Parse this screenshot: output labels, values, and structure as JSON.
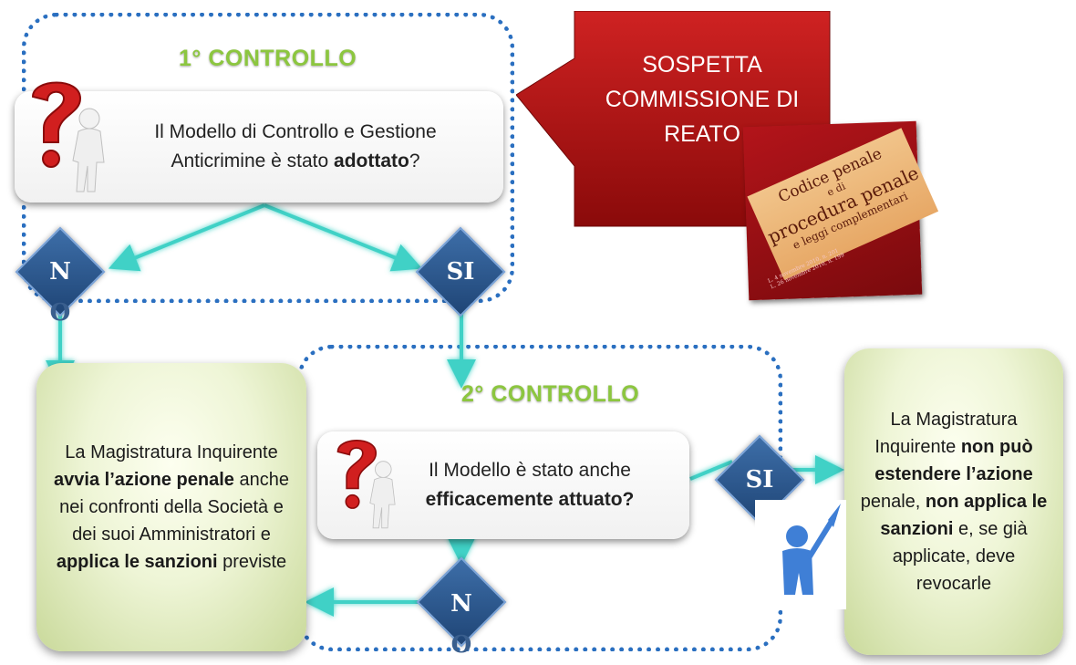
{
  "section1": {
    "heading": "1° CONTROLLO",
    "question_pre": "Il Modello di Controllo e Gestione Anticrimine è stato ",
    "question_bold": "adottato",
    "question_post": "?"
  },
  "section2": {
    "heading": "2° CONTROLLO",
    "question_pre": "Il Modello è stato anche ",
    "question_bold": "efficacemente attuato?"
  },
  "trigger": {
    "line1": "SOSPETTA",
    "line2": "COMMISSIONE DI",
    "line3": "REATO"
  },
  "book": {
    "title1": "Codice penale",
    "title2": "e di",
    "title3": "procedura penale",
    "title4": "e leggi complementari",
    "small1": "L. 4 novembre 2010, n. 201",
    "small2": "L. 26 novembre 2010, n. 199"
  },
  "diamonds": {
    "no_top": "NO",
    "si_top": "SI",
    "si_right": "SI",
    "no_bottom": "NO"
  },
  "outcome_left": {
    "t1": "La Magistratura Inquirente ",
    "b1": "avvia l’azione penale",
    "t2": " anche nei confronti della Società e dei suoi Amministratori e ",
    "b2": "applica le sanzioni",
    "t3": " previste"
  },
  "outcome_right": {
    "t1": "La Magistratura Inquirente ",
    "b1": "non può estendere l’azione",
    "t2": " penale, ",
    "b2": "non applica le sanzioni",
    "t3": " e, se già applicate, deve revocarle"
  },
  "colors": {
    "region_border": "#2a6fc0",
    "connector": "#3fd1c6",
    "heading": "#8cc63f",
    "diamond": "#2a5a93",
    "panel_red": "#b01818"
  },
  "icons": [
    "question-person-icon",
    "question-person-icon",
    "checkmark-person-icon"
  ]
}
